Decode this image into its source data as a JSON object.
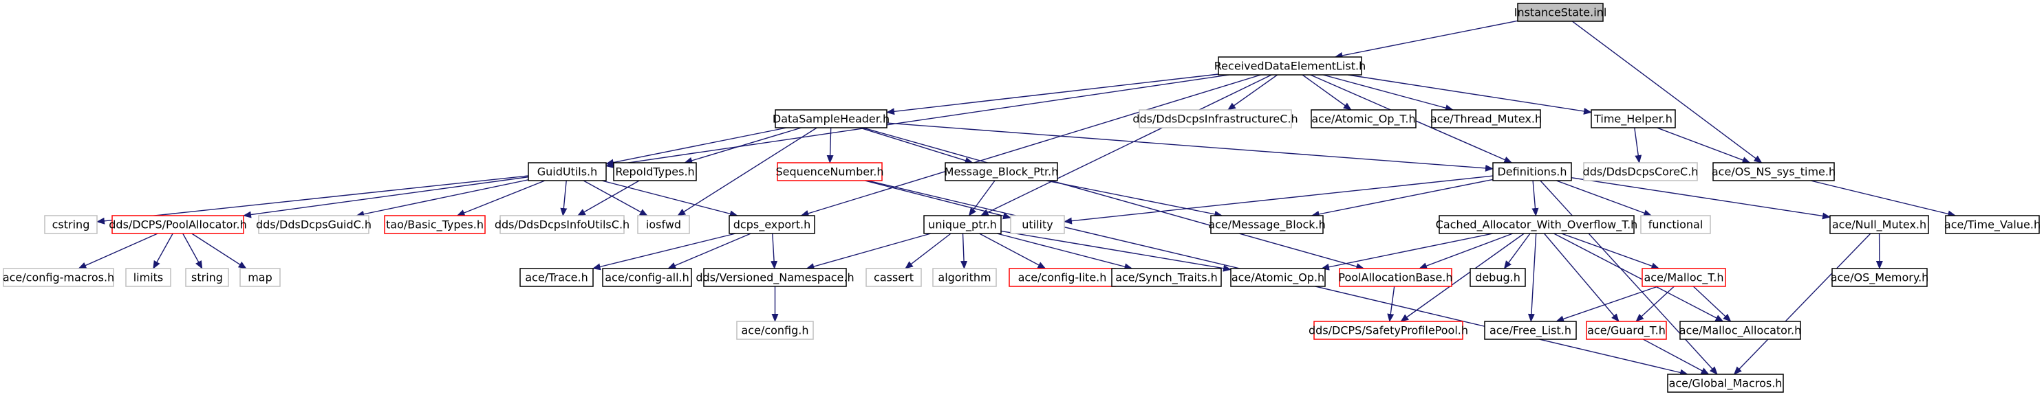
{
  "colors": {
    "edge": "#191970",
    "border_documented": "#000000",
    "border_undocumented": "#bfbfbf",
    "border_truncated": "#ff0000",
    "fill_focus": "#bfbfbf",
    "fill_normal": "#ffffff"
  },
  "nodes": [
    {
      "id": "instancestate",
      "label": "InstanceState.inl",
      "style": "focus"
    },
    {
      "id": "received",
      "label": "ReceivedDataElementList.h",
      "style": "normal"
    },
    {
      "id": "datasample",
      "label": "DataSampleHeader.h",
      "style": "normal"
    },
    {
      "id": "infra",
      "label": "dds/DdsDcpsInfrastructureC.h",
      "style": "external"
    },
    {
      "id": "atomicop_t",
      "label": "ace/Atomic_Op_T.h",
      "style": "normal"
    },
    {
      "id": "threadmutex",
      "label": "ace/Thread_Mutex.h",
      "style": "normal"
    },
    {
      "id": "timehelper",
      "label": "Time_Helper.h",
      "style": "normal"
    },
    {
      "id": "guidutils",
      "label": "GuidUtils.h",
      "style": "normal"
    },
    {
      "id": "repoid",
      "label": "RepoIdTypes.h",
      "style": "normal"
    },
    {
      "id": "seqnum",
      "label": "SequenceNumber.h",
      "style": "truncated"
    },
    {
      "id": "msgblockptr",
      "label": "Message_Block_Ptr.h",
      "style": "normal"
    },
    {
      "id": "definitions",
      "label": "Definitions.h",
      "style": "normal"
    },
    {
      "id": "corec",
      "label": "dds/DdsDcpsCoreC.h",
      "style": "external"
    },
    {
      "id": "ossystime",
      "label": "ace/OS_NS_sys_time.h",
      "style": "normal"
    },
    {
      "id": "cstring",
      "label": "cstring",
      "style": "external"
    },
    {
      "id": "poolalloc",
      "label": "dds/DCPS/PoolAllocator.h",
      "style": "truncated"
    },
    {
      "id": "guidc",
      "label": "dds/DdsDcpsGuidC.h",
      "style": "external"
    },
    {
      "id": "basictypes",
      "label": "tao/Basic_Types.h",
      "style": "truncated"
    },
    {
      "id": "infoutils",
      "label": "dds/DdsDcpsInfoUtilsC.h",
      "style": "external"
    },
    {
      "id": "iosfwd",
      "label": "iosfwd",
      "style": "external"
    },
    {
      "id": "dcpsexport",
      "label": "dcps_export.h",
      "style": "normal"
    },
    {
      "id": "uniqueptr",
      "label": "unique_ptr.h",
      "style": "normal"
    },
    {
      "id": "utility",
      "label": "utility",
      "style": "external"
    },
    {
      "id": "msgblock",
      "label": "ace/Message_Block.h",
      "style": "normal"
    },
    {
      "id": "cachedalloc",
      "label": "Cached_Allocator_With_Overflow_T.h",
      "style": "normal"
    },
    {
      "id": "functional",
      "label": "functional",
      "style": "external"
    },
    {
      "id": "nullmutex",
      "label": "ace/Null_Mutex.h",
      "style": "normal"
    },
    {
      "id": "timevalue",
      "label": "ace/Time_Value.h",
      "style": "normal"
    },
    {
      "id": "configmacros",
      "label": "ace/config-macros.h",
      "style": "external"
    },
    {
      "id": "limits",
      "label": "limits",
      "style": "external"
    },
    {
      "id": "string",
      "label": "string",
      "style": "external"
    },
    {
      "id": "map",
      "label": "map",
      "style": "external"
    },
    {
      "id": "trace",
      "label": "ace/Trace.h",
      "style": "normal"
    },
    {
      "id": "configall",
      "label": "ace/config-all.h",
      "style": "normal"
    },
    {
      "id": "versioned",
      "label": "dds/Versioned_Namespace.h",
      "style": "normal"
    },
    {
      "id": "cassert",
      "label": "cassert",
      "style": "external"
    },
    {
      "id": "algorithm",
      "label": "algorithm",
      "style": "external"
    },
    {
      "id": "configlite",
      "label": "ace/config-lite.h",
      "style": "truncated"
    },
    {
      "id": "synchtraits",
      "label": "ace/Synch_Traits.h",
      "style": "normal"
    },
    {
      "id": "atomicop",
      "label": "ace/Atomic_Op.h",
      "style": "normal"
    },
    {
      "id": "poolallocbase",
      "label": "PoolAllocationBase.h",
      "style": "truncated"
    },
    {
      "id": "debug",
      "label": "debug.h",
      "style": "normal"
    },
    {
      "id": "malloct",
      "label": "ace/Malloc_T.h",
      "style": "truncated"
    },
    {
      "id": "osmemory",
      "label": "ace/OS_Memory.h",
      "style": "normal"
    },
    {
      "id": "configh",
      "label": "ace/config.h",
      "style": "external"
    },
    {
      "id": "safetypool",
      "label": "dds/DCPS/SafetyProfilePool.h",
      "style": "truncated"
    },
    {
      "id": "freelist",
      "label": "ace/Free_List.h",
      "style": "normal"
    },
    {
      "id": "guardt",
      "label": "ace/Guard_T.h",
      "style": "truncated"
    },
    {
      "id": "mallocalloc",
      "label": "ace/Malloc_Allocator.h",
      "style": "normal"
    },
    {
      "id": "globalmacros",
      "label": "ace/Global_Macros.h",
      "style": "normal"
    }
  ]
}
